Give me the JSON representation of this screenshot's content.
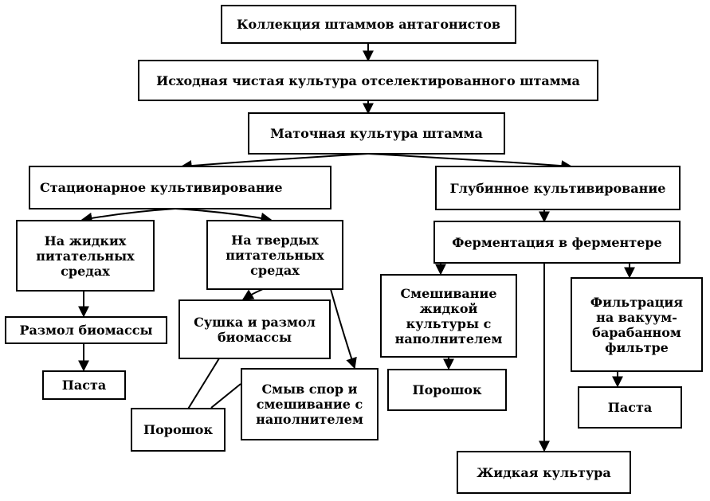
{
  "nodes": {
    "collection": "Коллекция штаммов антагонистов",
    "initial_culture": "Исходная чистая культура отселектированного штамма",
    "mother_culture": "Маточная культура штамма",
    "stationary": "Стационарное культивирование",
    "deep": "Глубинное культивирование",
    "liquid_media": "На жидких\nпитательных\nсредах",
    "solid_media": "На твердых\nпитательных\nсредах",
    "fermentation": "Ферментация в ферментере",
    "mixing_liquid": "Смешивание\nжидкой\nкультуры с\nнаполнителем",
    "filtration": "Фильтрация\nна вакуум-\nбарабанном\nфильтре",
    "grinding": "Размол биомассы",
    "drying": "Сушка и размол\nбиомассы",
    "paste_left": "Паста",
    "spore_wash": "Смыв спор и\nсмешивание с\nнаполнителем",
    "powder_left": "Порошок",
    "powder_right": "Порошок",
    "paste_right": "Паста",
    "liquid_culture": "Жидкая культура"
  }
}
